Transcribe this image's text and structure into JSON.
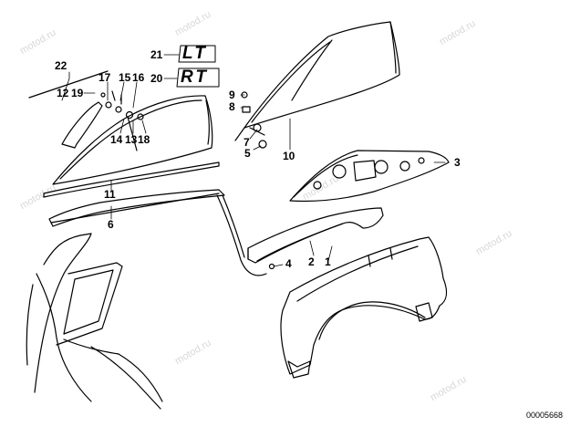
{
  "diagram": {
    "watermark_text": "motod.ru",
    "catalog_code": "00005668",
    "emblems": {
      "left": "LT",
      "right": "RT"
    },
    "callouts": [
      {
        "id": "c1",
        "label": "1"
      },
      {
        "id": "c2",
        "label": "2"
      },
      {
        "id": "c3",
        "label": "3"
      },
      {
        "id": "c4",
        "label": "4"
      },
      {
        "id": "c5",
        "label": "5"
      },
      {
        "id": "c6",
        "label": "6"
      },
      {
        "id": "c7",
        "label": "7"
      },
      {
        "id": "c8",
        "label": "8"
      },
      {
        "id": "c9",
        "label": "9"
      },
      {
        "id": "c10",
        "label": "10"
      },
      {
        "id": "c11",
        "label": "11"
      },
      {
        "id": "c12",
        "label": "12"
      },
      {
        "id": "c13",
        "label": "13"
      },
      {
        "id": "c14",
        "label": "14"
      },
      {
        "id": "c15",
        "label": "15"
      },
      {
        "id": "c16",
        "label": "16"
      },
      {
        "id": "c17",
        "label": "17"
      },
      {
        "id": "c18",
        "label": "18"
      },
      {
        "id": "c19",
        "label": "19"
      },
      {
        "id": "c20",
        "label": "20"
      },
      {
        "id": "c21",
        "label": "21"
      },
      {
        "id": "c22",
        "label": "22"
      }
    ]
  }
}
